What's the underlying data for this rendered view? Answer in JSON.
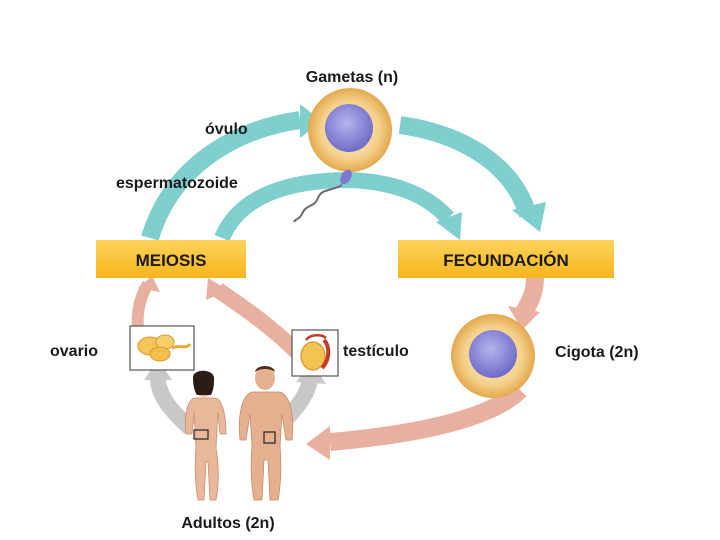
{
  "labels": {
    "gametes": "Gametas (n)",
    "ovule": "óvulo",
    "sperm": "espermatozoide",
    "meiosis": "MEIOSIS",
    "fertilization": "FECUNDACIÓN",
    "ovary": "ovario",
    "testicle": "testículo",
    "zygote": "Cigota (2n)",
    "adults": "Adultos (2n)"
  },
  "colors": {
    "teal_arrow": "#7fcfcf",
    "salmon_arrow": "#e8b0a0",
    "grey_arrow": "#c8c8c8",
    "process_box": "#fbc12e",
    "cell_outer": "#f2c97a",
    "cell_nucleus": "#8a86d8",
    "skin": "#e9b79a",
    "text": "#1a1a1a"
  }
}
